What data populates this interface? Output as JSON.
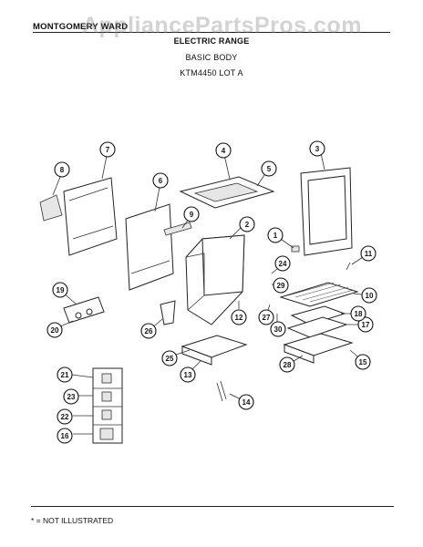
{
  "header": {
    "brand": "MONTGOMERY WARD",
    "watermark": "AppliancePartsPros.com",
    "title": "ELECTRIC RANGE",
    "section": "BASIC BODY",
    "model": "KTM4450 LOT A"
  },
  "callouts": [
    "1",
    "2",
    "3",
    "4",
    "5",
    "6",
    "7",
    "8",
    "9",
    "10",
    "11",
    "12",
    "13",
    "14",
    "15",
    "16",
    "17",
    "18",
    "19",
    "20",
    "21",
    "22",
    "23",
    "24",
    "25",
    "26",
    "27",
    "28",
    "29",
    "30"
  ],
  "footer": {
    "note": "* = NOT ILLUSTRATED"
  }
}
